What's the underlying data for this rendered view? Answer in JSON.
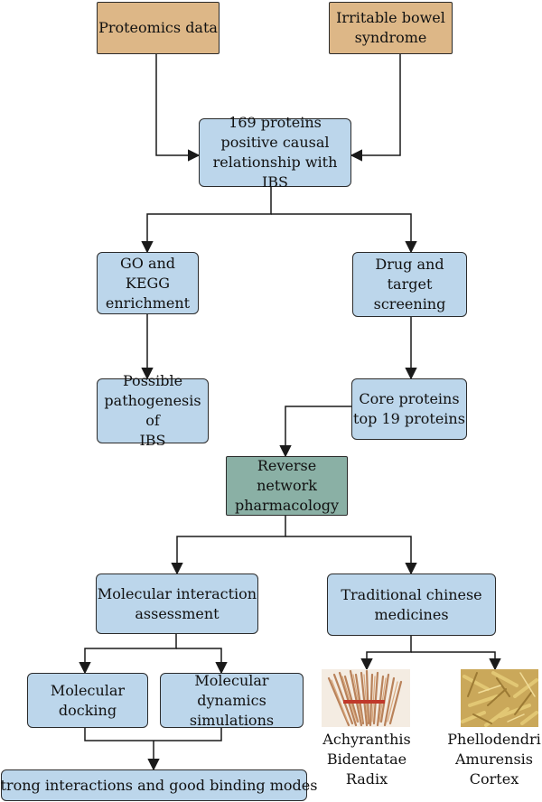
{
  "nodes": {
    "proteomics": "Proteomics data",
    "ibs": "Irritable bowel\nsyndrome",
    "proteins169": "169 proteins\npositive causal\nrelationship with IBS",
    "go_kegg": "GO and KEGG\nenrichment",
    "drug_target": "Drug and target\nscreening",
    "pathogenesis": "Possible\npathogenesis of\nIBS",
    "core_proteins": "Core proteins\ntop 19 proteins",
    "reverse_network": "Reverse network\npharmacology",
    "molecular_interaction": "Molecular interaction\nassessment",
    "tcm": "Traditional chinese\nmedicines",
    "docking": "Molecular\ndocking",
    "dynamics": "Molecular dynamics\nsimulations",
    "strong_interactions": "Strong interactions and good binding modes"
  },
  "herbs": {
    "achyranthis": "Achyranthis\nBidentatae\nRadix",
    "phellodendri": "Phellodendri\nAmurensis\nCortex"
  },
  "colors": {
    "input_box": "#ddb787",
    "process_box": "#bcd6eb",
    "pharmacology_box": "#8ab0a5",
    "line": "#1a1a1a"
  }
}
